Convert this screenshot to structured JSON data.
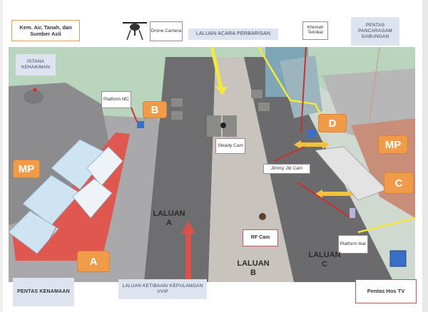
{
  "title_labels": {
    "ministry": "Kem. Air, Tanah, dan Sumber Asli",
    "drone_camera": "Drone Camera",
    "parade_route": "LALUAN ACARA PERBARISAN",
    "technical_tent": "Khemah Teknikal",
    "band_stage": "PENTAS PANCARAGAM GABUNGAN",
    "palace_of_justice": "ISTANA KEHAKIMAN"
  },
  "scene_labels": {
    "platform_mc": "Platform MC",
    "steady_cam": "Steady Cam",
    "jimmy_jib_cam": "Jimmy Jib Cam",
    "rf_cam": "RF Cam",
    "platform_ikar": "Platform Ikar"
  },
  "zones": {
    "a": "A",
    "b": "B",
    "c": "C",
    "d": "D",
    "mp_left": "MP",
    "mp_right": "MP"
  },
  "lanes": {
    "lane_a": "LALUAN A",
    "lane_b": "LALUAN B",
    "lane_c": "LALUAN C"
  },
  "bottom_labels": {
    "vip_stage": "PENTAS KENAMAAN",
    "vvip_route": "LALUAN KETIBAAN/ KEPULANGAN VVIP",
    "tv_host_stage": "Pentas Hos TV"
  },
  "colors": {
    "zone_orange": "#ef9b4a",
    "callout_red": "#c0555a",
    "arrow_yellow": "#f2e93a",
    "red_carpet": "#e0574f",
    "camera_blue": "#3a6fc8",
    "grass": "#b9d5bd",
    "road_dark": "#6e6e70",
    "road_light": "#c8c4bd"
  }
}
